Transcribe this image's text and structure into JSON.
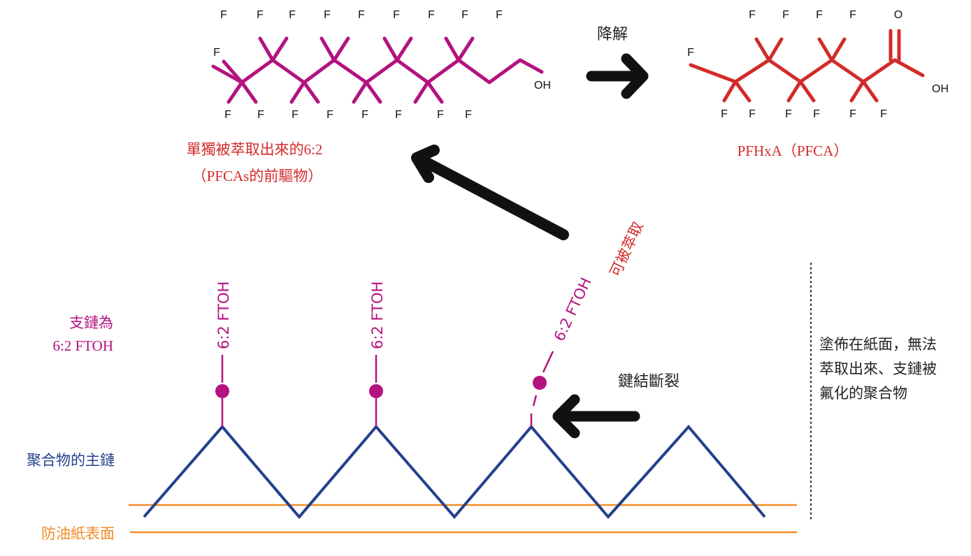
{
  "colors": {
    "chain": "#b3127f",
    "product": "#d42a2a",
    "backbone": "#243f8c",
    "paper": "#f28c28",
    "arrow": "#111111",
    "atom_text": "#111111"
  },
  "atoms": {
    "fluorine": "F",
    "oxygen": "O",
    "hydroxyl": "OH"
  },
  "labels": {
    "degrade": "降解",
    "precursor_line1": "單獨被萃取出來的6:2",
    "precursor_line2": "（PFCAs的前驅物）",
    "product_name": "PFHxA（PFCA）",
    "side_chain_line1": "支鏈為",
    "side_chain_line2": "6:2 FTOH",
    "ftoh": "6:2 FTOH",
    "extractable": "可被萃取",
    "bond_break": "鍵結斷裂",
    "coated_line1": "塗佈在紙面，無法",
    "coated_line2": "萃取出來、支鏈被",
    "coated_line3": "氟化的聚合物",
    "backbone": "聚合物的主鏈",
    "paper_surface": "防油紙表面"
  }
}
